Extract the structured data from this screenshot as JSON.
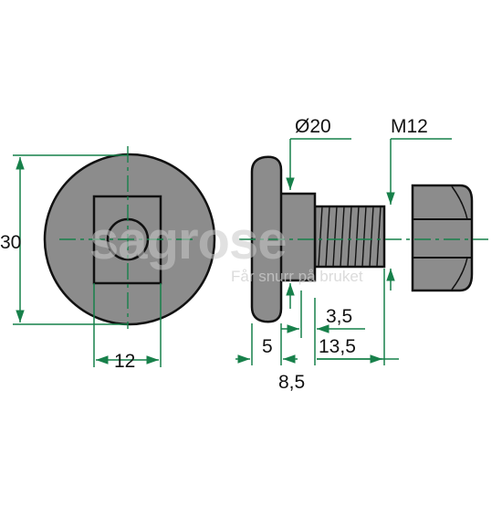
{
  "dimensions": {
    "height": "30",
    "square_width": "12",
    "head_diameter": "Ø20",
    "thread": "M12",
    "shoulder": "3,5",
    "head_thickness": "5",
    "thread_length": "13,5",
    "neck_length": "8,5"
  },
  "watermark": {
    "brand": "sagrose",
    "tagline": "Får snurr på bruket"
  },
  "colors": {
    "part_fill": "#8c8c8c",
    "outline": "#111111",
    "dimension_line": "#17804a",
    "background": "#ffffff"
  }
}
